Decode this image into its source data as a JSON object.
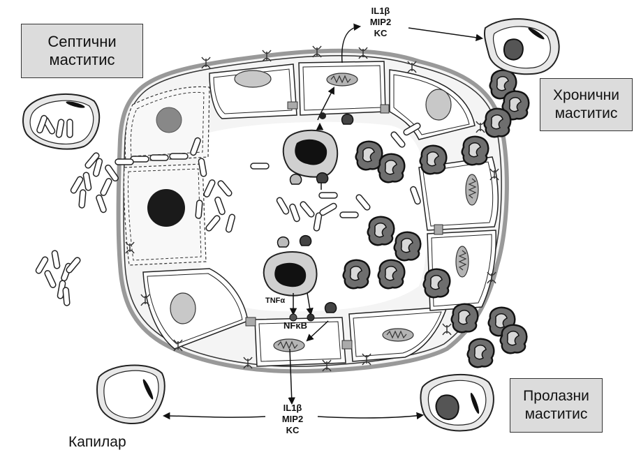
{
  "boxes": {
    "septic": {
      "line1": "Септични",
      "line2": "маститис"
    },
    "chronic": {
      "line1": "Хронични",
      "line2": "маститис"
    },
    "transient": {
      "line1": "Пролазни",
      "line2": "маститис"
    }
  },
  "capillary_label": "Капилар",
  "cytokines_top": {
    "l1": "IL1β",
    "l2": "MIP2",
    "l3": "KC"
  },
  "cytokines_bottom": {
    "l1": "IL1β",
    "l2": "MIP2",
    "l3": "KC"
  },
  "tnf_label": "TNFα",
  "nfkb_label": "NFκB",
  "colors": {
    "cell_fill": "#ffffff",
    "nucleus_gray": "#c8c8c8",
    "nucleus_dark": "#1a1a1a",
    "neutrophil": "#555555",
    "lumen": "#f2f2f2",
    "box_fill": "#dcdcdc"
  }
}
